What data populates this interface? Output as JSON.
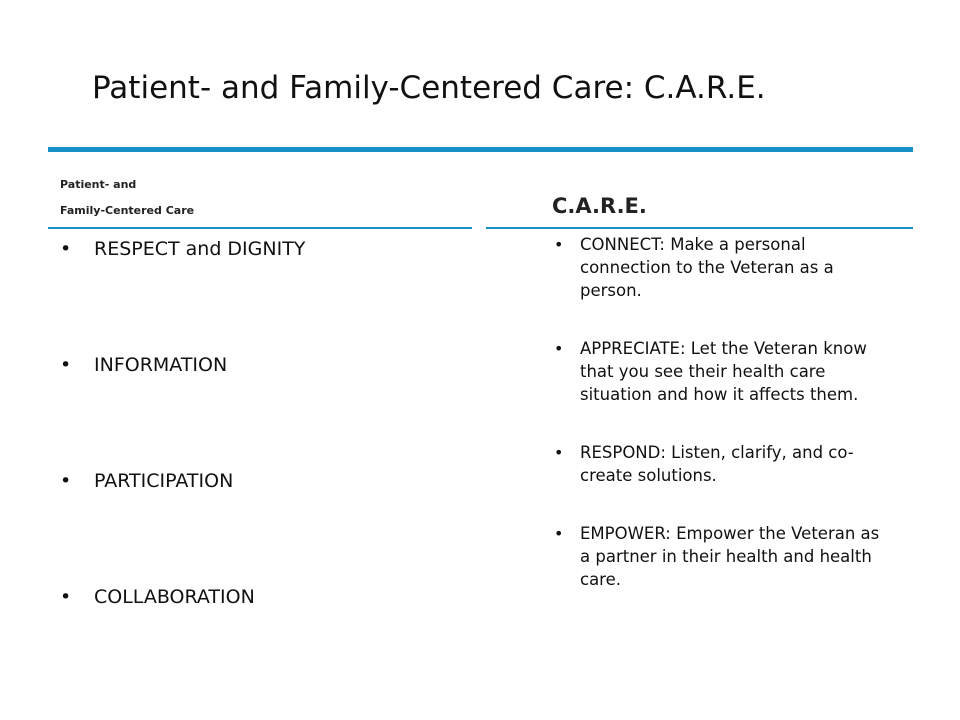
{
  "title": "Patient- and Family-Centered Care: C.A.R.E.",
  "accent_color": "#1691c8",
  "left_column": {
    "header_line1": "Patient- and",
    "header_line2": "Family-Centered Care",
    "items": [
      "RESPECT and DIGNITY",
      "INFORMATION",
      "PARTICIPATION",
      "COLLABORATION"
    ]
  },
  "right_column": {
    "header": "C.A.R.E.",
    "items": [
      "CONNECT: Make a personal connection to the Veteran as a person.",
      "APPRECIATE: Let the Veteran know that you see their health care situation and how it affects them.",
      "RESPOND: Listen, clarify, and co-create solutions.",
      "EMPOWER: Empower the Veteran as a partner in their health and health care."
    ]
  }
}
